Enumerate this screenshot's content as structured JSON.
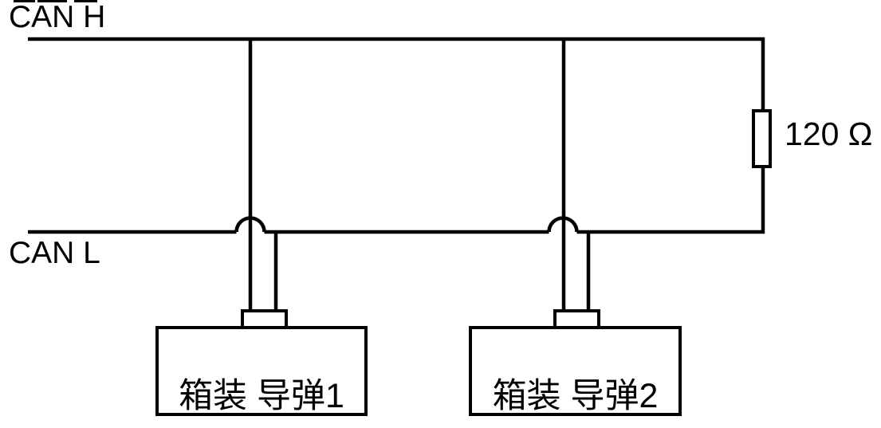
{
  "colors": {
    "line": "#000000",
    "background": "#ffffff"
  },
  "bus": {
    "can_h_label": "CAN H",
    "can_l_label": "CAN L"
  },
  "terminator": {
    "resistance_label": "120 Ω"
  },
  "nodes": [
    {
      "label": "箱装 导弹1"
    },
    {
      "label": "箱装 导弹2"
    }
  ]
}
